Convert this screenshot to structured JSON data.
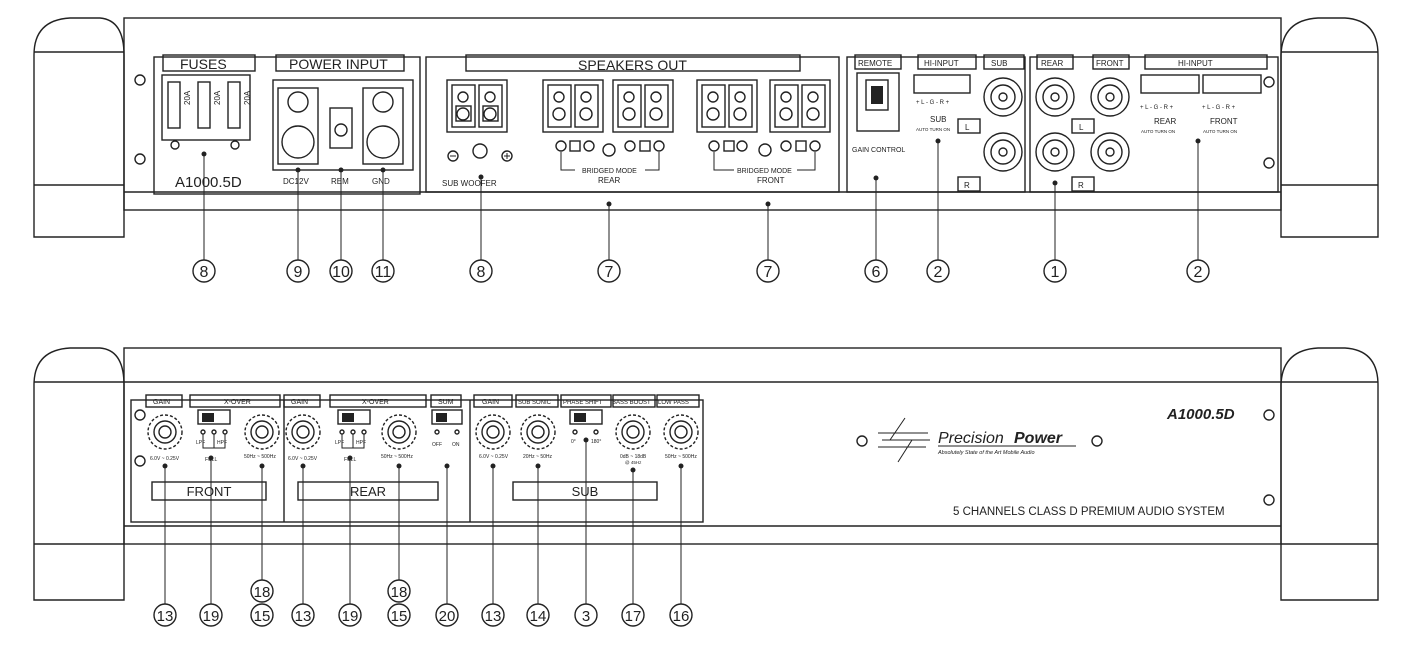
{
  "top_panel": {
    "fuses_label": "FUSES",
    "fuse_ratings": [
      "20A",
      "20A",
      "20A"
    ],
    "power_input_label": "POWER INPUT",
    "model": "A1000.5D",
    "terminals": [
      "DC12V",
      "REM",
      "GND"
    ],
    "speakers_out_label": "SPEAKERS OUT",
    "subwoofer_label": "SUB WOOFER",
    "bridged_mode_label": "BRIDGED MODE",
    "rear_label": "REAR",
    "front_label": "FRONT",
    "remote_label": "REMOTE",
    "gain_control_label": "GAIN CONTROL",
    "hi_input_label": "HI-INPUT",
    "hi_input_pins": "+ L - G - R +",
    "sub_label": "SUB",
    "auto_turn_on": "AUTO TURN ON",
    "l_label": "L",
    "r_label": "R",
    "callouts": [
      "8",
      "9",
      "10",
      "11",
      "8",
      "7",
      "7",
      "6",
      "2",
      "1",
      "2"
    ]
  },
  "bottom_panel": {
    "gain_label": "GAIN",
    "xover_label": "X-OVER",
    "sum_label": "SUM",
    "subsonic_label": "SUB SONIC",
    "phase_shift_label": "PHASE SHIFT",
    "bass_boost_label": "BASS BOOST",
    "low_pass_label": "LOW PASS",
    "gain_range": "6.0V ~ 0.25V",
    "xover_range": "50Hz ~ 500Hz",
    "lpf_label": "LPF",
    "hpf_label": "HPF",
    "full_label": "FULL",
    "off_label": "OFF",
    "on_label": "ON",
    "subsonic_range": "20Hz ~ 50Hz",
    "phase_0": "0°",
    "phase_180": "180°",
    "bass_boost_range": "0dB ~ 18dB",
    "bass_boost_freq": "@ 45Hz",
    "lowpass_range": "50Hz ~ 500Hz",
    "front_section": "FRONT",
    "rear_section": "REAR",
    "sub_section": "SUB",
    "brand_light": "Precision",
    "brand_bold": "Power",
    "tagline": "Absolutely State of the Art Mobile Audio",
    "model": "A1000.5D",
    "description": "5 CHANNELS CLASS D PREMIUM AUDIO SYSTEM",
    "callouts": [
      "13",
      "19",
      "18",
      "15",
      "13",
      "19",
      "18",
      "15",
      "20",
      "13",
      "14",
      "3",
      "17",
      "16"
    ]
  }
}
